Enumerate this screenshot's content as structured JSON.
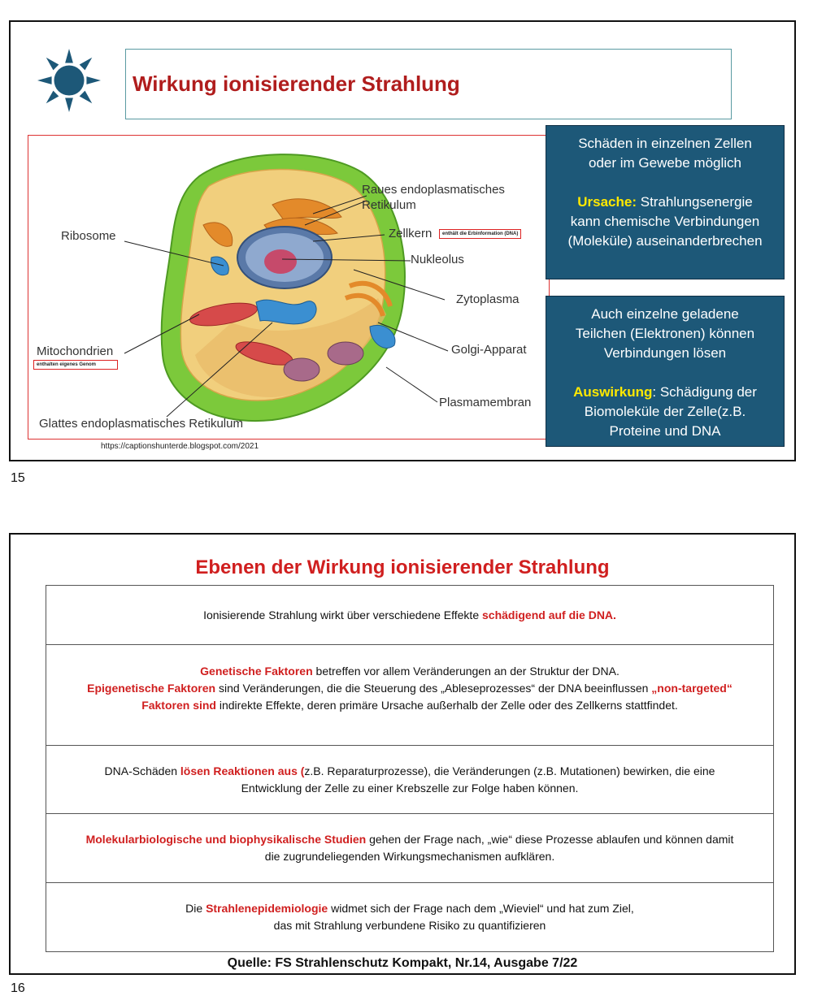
{
  "slide15": {
    "title": "Wirkung ionisierender Strahlung",
    "page_number": "15",
    "labels": {
      "raues_er_1": "Raues endoplasmatisches",
      "raues_er_2": "Retikulum",
      "ribosome": "Ribosome",
      "zellkern": "Zellkern",
      "zellkern_note": "enthält die Erbinformation (DNA)",
      "nukleolus": "Nukleolus",
      "zytoplasma": "Zytoplasma",
      "mitochondrien": "Mitochondrien",
      "mitochondrien_note": "enthalten eigenes Genom",
      "golgi": "Golgi-Apparat",
      "plasmamembran": "Plasmamembran",
      "glattes_er": "Glattes endoplasmatisches Retikulum"
    },
    "source_url": "https://captionshunterde.blogspot.com/2021",
    "box1": {
      "line1": "Schäden in einzelnen Zellen",
      "line2": "oder im Gewebe möglich",
      "highlight": "Ursache:",
      "text_a": " Strahlungsenergie",
      "text_b": "kann chemische Verbindungen",
      "text_c": "(Moleküle) auseinanderbrechen"
    },
    "box2": {
      "line1": "Auch einzelne geladene",
      "line2": "Teilchen (Elektronen) können",
      "line3": "Verbindungen lösen",
      "highlight": "Auswirkung",
      "text_a": ": Schädigung der",
      "text_b": "Biomoleküle der Zelle(z.B.",
      "text_c": "Proteine und DNA"
    },
    "colors": {
      "title_red": "#b01d1d",
      "box_blue": "#1d5878",
      "highlight_yellow": "#ffe800"
    }
  },
  "slide16": {
    "title": "Ebenen der Wirkung ionisierender Strahlung",
    "page_number": "16",
    "row1": {
      "text": "Ionisierende Strahlung wirkt über verschiedene Effekte ",
      "red": "schädigend auf die DNA."
    },
    "row2": {
      "red1": "Genetische Faktoren",
      "text1": " betreffen vor allem Veränderungen an der Struktur der DNA.",
      "red2": "Epigenetische Faktoren",
      "text2": " sind Veränderungen, die die Steuerung des „Ableseprozesses“ der DNA beeinflussen ",
      "red3": "„non-targeted“",
      "red4": "Faktoren sind",
      "text3": " indirekte Effekte, deren primäre Ursache außerhalb der Zelle oder des Zellkerns stattfindet."
    },
    "row3": {
      "text1": "DNA-Schäden ",
      "red": "lösen Reaktionen aus (",
      "text2": "z.B. Reparaturprozesse), die Veränderungen (z.B. Mutationen) bewirken, die eine",
      "text3": "Entwicklung der Zelle zu einer Krebszelle zur Folge haben können."
    },
    "row4": {
      "red": "Molekularbiologische und biophysikalische Studien",
      "text1": " gehen der Frage nach, „wie“ diese Prozesse ablaufen und können damit",
      "text2": "die zugrundeliegenden Wirkungsmechanismen aufklären."
    },
    "row5": {
      "text1": "Die ",
      "red": "Strahlenepidemiologie",
      "text2": " widmet sich der Frage nach dem „Wieviel“ und hat zum Ziel,",
      "text3": "das mit Strahlung verbundene Risiko zu quantifizieren"
    },
    "source": "Quelle: FS Strahlenschutz Kompakt, Nr.14, Ausgabe 7/22",
    "colors": {
      "title_red": "#d01f1f"
    }
  }
}
